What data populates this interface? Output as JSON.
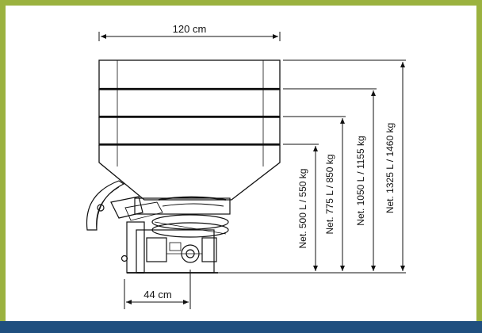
{
  "dimensions": {
    "width": "120 cm",
    "depth": "44 cm"
  },
  "capacities": [
    "Net. 500 L / 550 kg",
    "Net. 775 L / 850 kg",
    "Net. 1050 L / 1155 kg",
    "Net. 1325 L / 1460 kg"
  ],
  "colors": {
    "border": "#9bb23f",
    "bottom_bar": "#1f4f7f",
    "line": "#111111"
  }
}
